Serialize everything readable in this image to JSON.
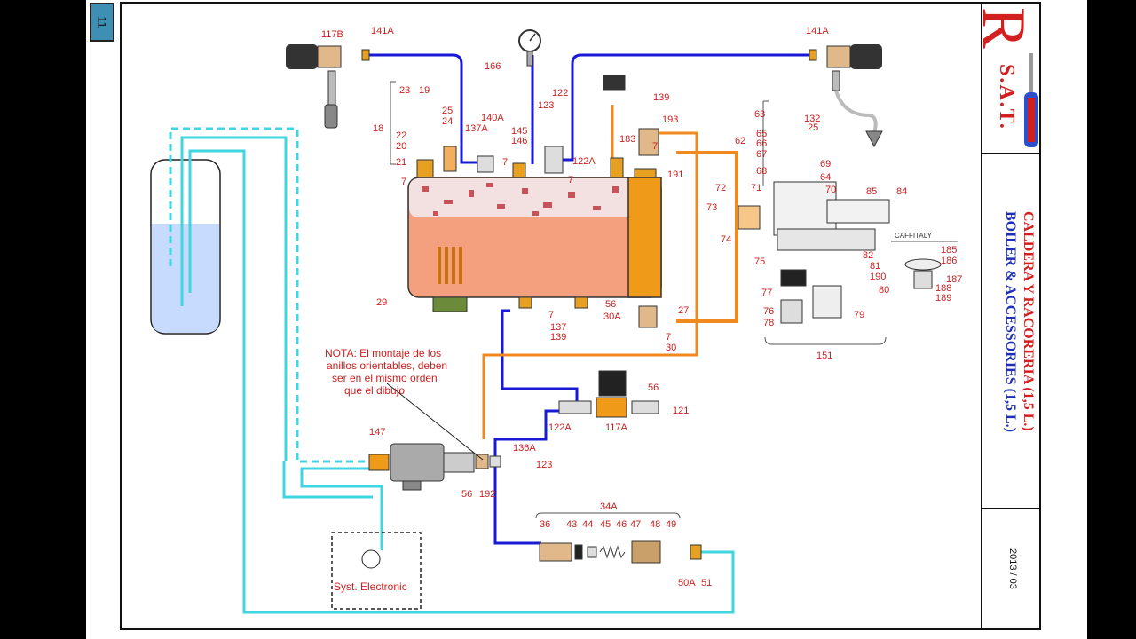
{
  "page_number": "11",
  "title_block": {
    "brand_letter": "R",
    "brand_name": "S.A.T.",
    "title_es": "CALDERA Y RACORERIA (1,5 L.)",
    "title_en": "BOILER & ACCESSORIES (1,5 L.)",
    "date": "2013 / 03"
  },
  "note": [
    "NOTA: El montaje de los",
    "anillos orientables, deben",
    "ser en el mismo orden",
    "que el dibujo"
  ],
  "box_label": "Syst. Electronic",
  "group_labels": {
    "caffitaly": "CAFFITALY"
  },
  "part_labels": [
    "117B",
    "141A",
    "141A",
    "166",
    "122",
    "139",
    "193",
    "183",
    "7",
    "191",
    "23",
    "19",
    "25",
    "24",
    "18",
    "22",
    "20",
    "21",
    "7",
    "137A",
    "140A",
    "145",
    "146",
    "7",
    "123",
    "122A",
    "7",
    "63",
    "132",
    "25",
    "62",
    "65",
    "66",
    "67",
    "68",
    "69",
    "64",
    "70",
    "85",
    "84",
    "72",
    "71",
    "73",
    "74",
    "75",
    "82",
    "81",
    "190",
    "80",
    "77",
    "76",
    "78",
    "79",
    "151",
    "185",
    "186",
    "187",
    "188",
    "189",
    "29",
    "7",
    "137",
    "139",
    "56",
    "30A",
    "27",
    "7",
    "30",
    "56",
    "122A",
    "117A",
    "121",
    "147",
    "136A",
    "123",
    "56",
    "192",
    "34A",
    "36",
    "43",
    "44",
    "45",
    "46",
    "47",
    "48",
    "49",
    "50A",
    "51"
  ],
  "colors": {
    "water_pipe": "#1a1ad6",
    "cold_pipe": "#3fd6e0",
    "hot_pipe": "#f08a1e",
    "label_red": "#cc1f1f",
    "boiler": "#f4a07e",
    "reservoir_water": "#c7dbff"
  }
}
